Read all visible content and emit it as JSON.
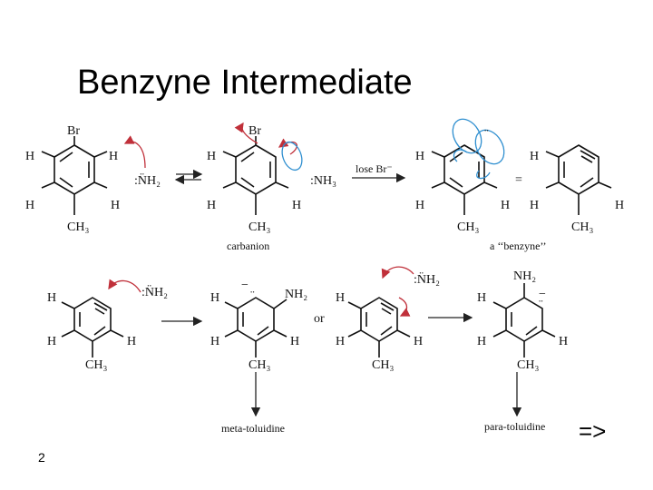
{
  "slide": {
    "title": "Benzyne Intermediate",
    "page_number": "2",
    "next_marker": "=>"
  },
  "atoms": {
    "br": "Br",
    "h": "H",
    "ch3": "CH₃",
    "nh2_amide": ":N̈H₂",
    "nh3": ":NH₃",
    "nh2": "NH₂",
    "lone_pair": "¨",
    "charge_minus": "−"
  },
  "labels": {
    "carbanion": "carbanion",
    "benzyne": "a ‘‘benzyne’’",
    "lose_br": "lose Br⁻",
    "equals": "=",
    "or": "or",
    "meta": "meta-toluidine",
    "para": "para-toluidine"
  },
  "colors": {
    "curly_arrow": "#c0303a",
    "orbital": "#2f8fd0",
    "text": "#111111"
  }
}
